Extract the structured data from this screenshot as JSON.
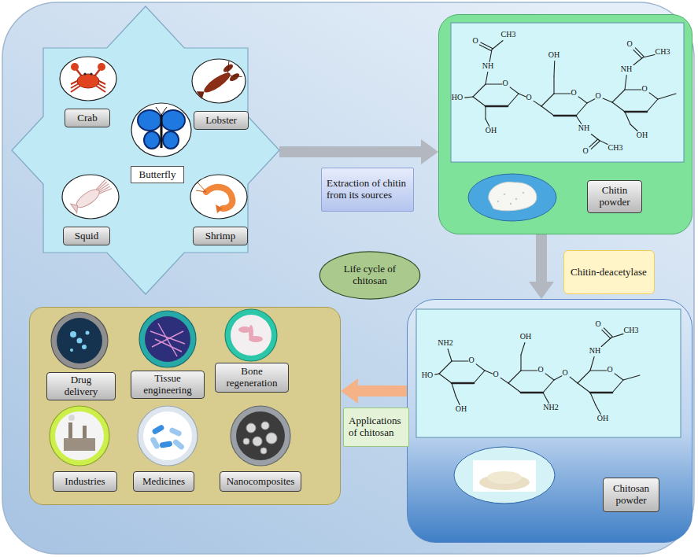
{
  "diagram": {
    "nodes": [
      {
        "text": []
      },
      {
        "text": [
          "Crab"
        ],
        "in": 0
      },
      {
        "text": [
          "Lobster"
        ],
        "in": 0
      },
      {
        "text": [
          "Butterfly"
        ],
        "in": 0
      },
      {
        "text": [
          "Squid"
        ],
        "in": 0
      },
      {
        "text": [
          "Shrimp"
        ],
        "in": 0
      },
      {
        "text": []
      },
      {
        "text": [
          "Chitin powder"
        ],
        "in": 6
      },
      {
        "text": []
      },
      {
        "text": [
          "Chitosan powder"
        ],
        "in": 8
      },
      {
        "text": []
      },
      {
        "text": [
          "Drug delivery"
        ],
        "in": 10
      },
      {
        "text": [
          "Tissue engineering"
        ],
        "in": 10
      },
      {
        "text": [
          "Bone regeneration"
        ],
        "in": 10
      },
      {
        "text": [
          "Industries"
        ],
        "in": 10
      },
      {
        "text": [
          "Medicines"
        ],
        "in": 10
      },
      {
        "text": [
          "Nanocomposites"
        ],
        "in": 10
      },
      {
        "text": [
          "Extraction of chitin from its sources"
        ]
      },
      {
        "text": [
          "Chitin-deacetylase"
        ]
      },
      {
        "text": [
          "Applications of chitosan"
        ]
      },
      {
        "text": [
          "Life cycle of chitosan"
        ]
      }
    ],
    "edges": [
      {
        "from": 0,
        "to": 6,
        "arrow": "to"
      },
      {
        "from": 6,
        "to": 8,
        "arrow": "to"
      },
      {
        "from": 8,
        "to": 10,
        "arrow": "to"
      }
    ],
    "labels": [
      "O",
      "CH3",
      "NH",
      "HO",
      "O",
      "OH",
      "O",
      "O",
      "OH",
      "NH",
      "O",
      "CH3",
      "O",
      "O",
      "NH",
      "O",
      "CH3",
      "OH",
      "HO",
      "NH2",
      "O",
      "OH",
      "O",
      "O",
      "OH",
      "NH2",
      "O",
      "O",
      "NH",
      "O",
      "CH3",
      "OH"
    ]
  }
}
